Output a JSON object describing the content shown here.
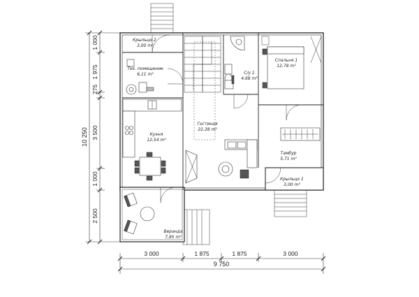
{
  "rooms": {
    "porch2": {
      "name": "Крыльцо 2",
      "area": "3,00 m²"
    },
    "tech": {
      "name": "Тех. помещение",
      "area": "6,11 m²"
    },
    "bath": {
      "name": "С/у 1",
      "area": "4,68 m²"
    },
    "bedroom": {
      "name": "Спальня 1",
      "area": "12,78 m²"
    },
    "kitchen": {
      "name": "Кухня",
      "area": "12,54 m²"
    },
    "living": {
      "name": "Гостиная",
      "area": "22,38 m²"
    },
    "vestibule": {
      "name": "Тамбур",
      "area": "5,71 m²"
    },
    "porch1": {
      "name": "Крыльцо 1",
      "area": "3,00 m²"
    },
    "veranda": {
      "name": "Веранда",
      "area": "7,85 m²"
    }
  },
  "dimensions": {
    "bottom": [
      "3 000",
      "1 875",
      "1 875",
      "3 000"
    ],
    "bottom_total": "9 750",
    "left": [
      "1 000",
      "1 975",
      "275",
      "3 500",
      "1 000",
      "2 500"
    ],
    "left_total": "10 250"
  }
}
